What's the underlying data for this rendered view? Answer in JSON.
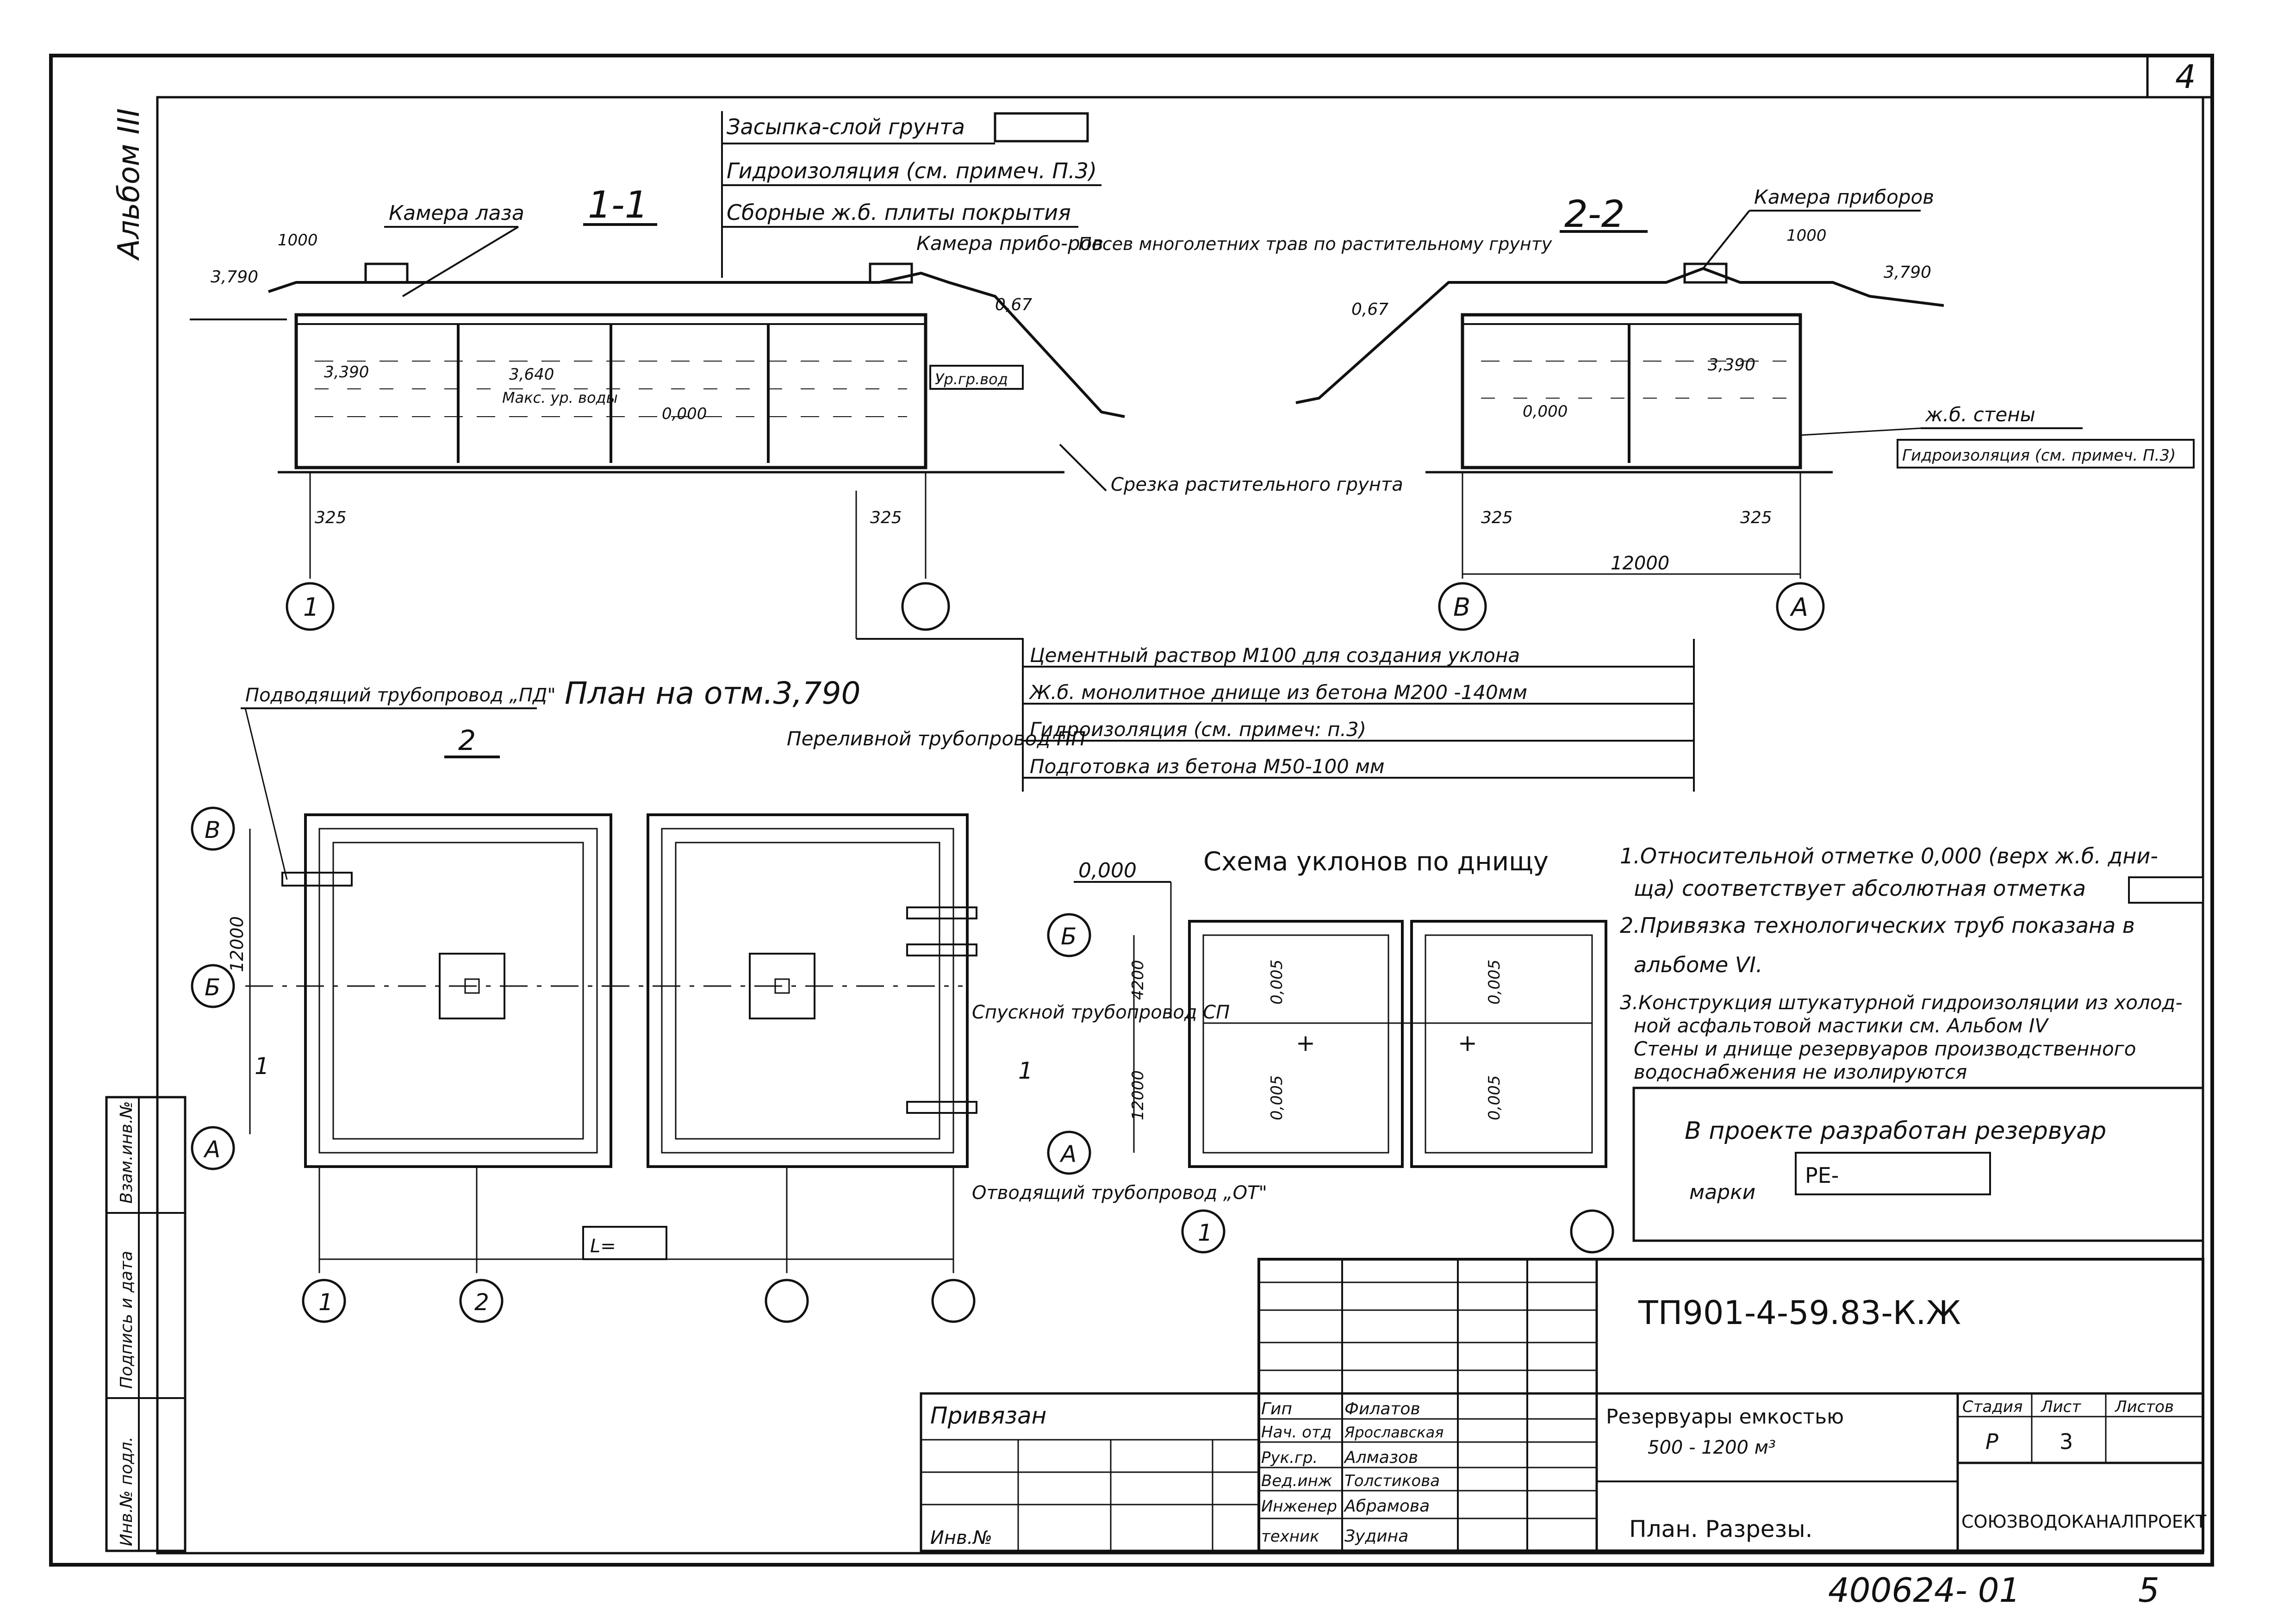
{
  "sheet": {
    "corner_number": "4",
    "album_side": "Альбом III",
    "bottom_number": "400624- 01",
    "bottom_page": "5"
  },
  "section_1_1": {
    "title": "1-1",
    "labels": {
      "backfill": "Засыпка-слой грунта",
      "waterproofing": "Гидроизоляция (см. примеч. П.3)",
      "slabs": "Сборные ж.б. плиты покрытия",
      "manhole": "Камера лаза",
      "instr_chamber": "Камера прибо-ров",
      "sowing": "Посев многолетних трав по растительному грунту",
      "cut": "Срезка растительного грунта"
    },
    "dims": {
      "d1000": "1000",
      "elev_top": "3,790",
      "elev_ceiling": "3,390",
      "elev_max": "3,640",
      "max_level": "Макс. ур. воды",
      "zero": "0,000",
      "slope": "0,67",
      "gw_level": "Ур.гр.вод",
      "d325_left": "325",
      "d325_right": "325"
    },
    "axes": [
      "1",
      ""
    ]
  },
  "section_2_2": {
    "title": "2-2",
    "labels": {
      "instr_chamber": "Камера приборов",
      "walls": "ж.б. стены",
      "waterproofing": "Гидроизоляция (см. примеч. П.3)"
    },
    "dims": {
      "d1000": "1000",
      "elev_top": "3,790",
      "elev_ceiling": "3,390",
      "zero": "0,000",
      "slope": "0,67",
      "d325_left": "325",
      "d325_right": "325",
      "span": "12000"
    },
    "axes": [
      "В",
      "А"
    ]
  },
  "bottom_layers": [
    "Цементный раствор М100 для создания уклона",
    "Ж.б. монолитное днище из бетона М200 -140мм",
    "Гидроизоляция (см. примеч: п.3)",
    "Подготовка из бетона М50-100 мм"
  ],
  "plan": {
    "title": "План на отм.3,790",
    "supply_pipe": "Подводящий трубопровод „ПД\"",
    "overflow_pipe": "Переливной трубопровод ПП",
    "drain_pipe": "Спускной трубопровод СП",
    "outlet_pipe": "Отводящий трубопровод „ОТ\"",
    "dim_12000": "12000",
    "length_box": "L=",
    "section_mark_2": "2",
    "section_mark_1": "1",
    "axes_rows": [
      "В",
      "Б",
      "А"
    ],
    "axes_cols": [
      "1",
      "2",
      "",
      ""
    ]
  },
  "slope_scheme": {
    "title": "Схема уклонов по днищу",
    "zero": "0,000",
    "dim_4200": "4200",
    "dim_12000": "12000",
    "slopes": [
      "0,005",
      "0,005",
      "0,005",
      "0,005"
    ],
    "axes_rows": [
      "Б",
      "А"
    ],
    "axes_cols": [
      "1",
      ""
    ]
  },
  "notes": [
    "1.Относительной отметке 0,000 (верх ж.б. дни-",
    "ща) соответствует абсолютная отметка",
    "2.Привязка технологических труб показана в",
    "альбоме VI.",
    "3.Конструкция штукатурной гидроизоляции из холод-",
    "ной асфальтовой мастики см. Альбом IV",
    "Стены и днище резервуаров производственного",
    "водоснабжения не изолируются"
  ],
  "reservoir_box": {
    "title": "В проекте разработан резервуар",
    "mark_label": "марки",
    "mark_value": "РЕ-"
  },
  "title_block": {
    "code": "ТП901-4-59.83-К.Ж",
    "tied": "Привязан",
    "inv_no": "Инв.№",
    "roles": [
      {
        "role": "Гип",
        "name": "Филатов"
      },
      {
        "role": "Нач. отд",
        "name": "Ярославская"
      },
      {
        "role": "Рук.гр.",
        "name": "Алмазов"
      },
      {
        "role": "Вед.инж",
        "name": "Толстикова"
      },
      {
        "role": "Инженер",
        "name": "Абрамова"
      },
      {
        "role": "техник",
        "name": "Зудина"
      }
    ],
    "description_1": "Резервуары емкостью",
    "description_2": "500 - 1200 м³",
    "sheet_title": "План. Разрезы.",
    "stage_label": "Стадия",
    "sheet_label": "Лист",
    "sheets_label": "Листов",
    "stage_value": "Р",
    "sheet_value": "3",
    "organization": "СОЮЗВОДОКАНАЛПРОЕКТ"
  },
  "side_stamp": {
    "cells": [
      "Инв.№ подл.",
      "Подпись и дата",
      "Взам.инв.№"
    ]
  }
}
